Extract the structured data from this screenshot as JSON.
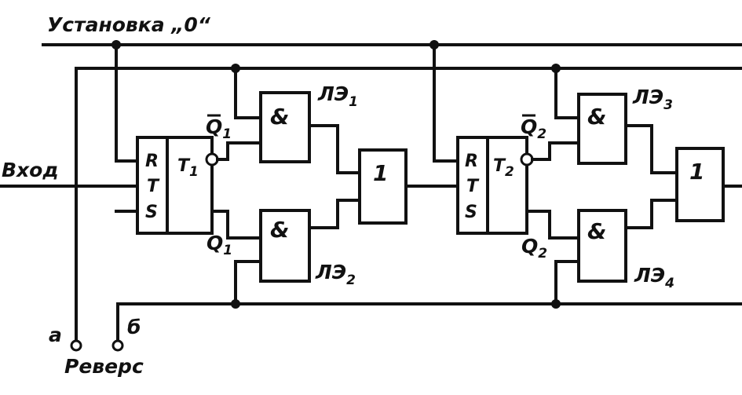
{
  "title": "Установка „0“",
  "input_label": "Вход",
  "reverse_label": "Реверс",
  "terminal_a": "a",
  "terminal_b": "б",
  "triggers": [
    {
      "r": "R",
      "t": "T",
      "s": "S",
      "name": "T",
      "index": "1",
      "q_inv": "Q",
      "q_inv_index": "1",
      "q": "Q",
      "q_index": "1"
    },
    {
      "r": "R",
      "t": "T",
      "s": "S",
      "name": "T",
      "index": "2",
      "q_inv": "Q",
      "q_inv_index": "2",
      "q": "Q",
      "q_index": "2"
    }
  ],
  "and_gates": [
    {
      "symbol": "&",
      "name": "ЛЭ",
      "index": "1"
    },
    {
      "symbol": "&",
      "name": "ЛЭ",
      "index": "2"
    },
    {
      "symbol": "&",
      "name": "ЛЭ",
      "index": "3"
    },
    {
      "symbol": "&",
      "name": "ЛЭ",
      "index": "4"
    }
  ],
  "or_gates": [
    {
      "symbol": "1"
    },
    {
      "symbol": "1"
    }
  ]
}
